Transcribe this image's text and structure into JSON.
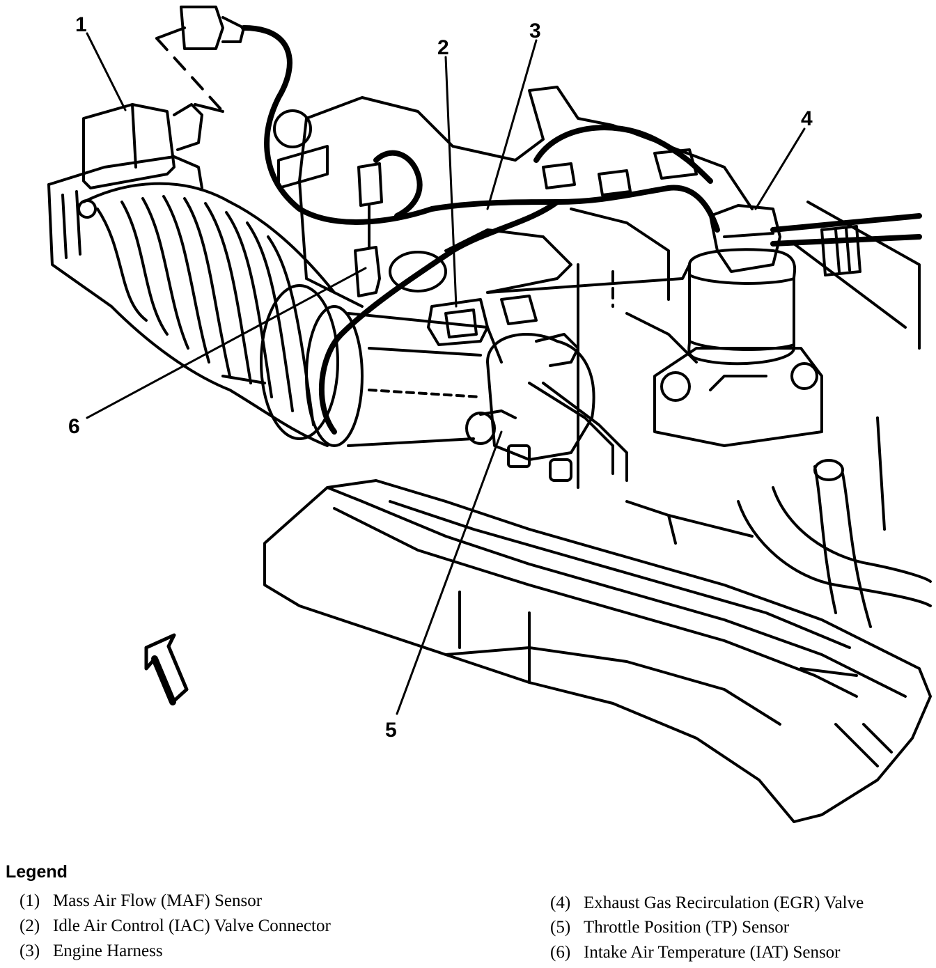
{
  "callouts": [
    "1",
    "2",
    "3",
    "4",
    "5",
    "6"
  ],
  "legend": {
    "title": "Legend",
    "items": [
      {
        "num": "(1)",
        "label": "Mass Air Flow (MAF) Sensor"
      },
      {
        "num": "(2)",
        "label": "Idle Air Control (IAC) Valve Connector"
      },
      {
        "num": "(3)",
        "label": "Engine Harness"
      },
      {
        "num": "(4)",
        "label": "Exhaust Gas Recirculation (EGR) Valve"
      },
      {
        "num": "(5)",
        "label": "Throttle Position (TP) Sensor"
      },
      {
        "num": "(6)",
        "label": "Intake Air Temperature (IAT) Sensor"
      }
    ]
  },
  "colors": {
    "ink": "#000000",
    "paper": "#ffffff"
  }
}
